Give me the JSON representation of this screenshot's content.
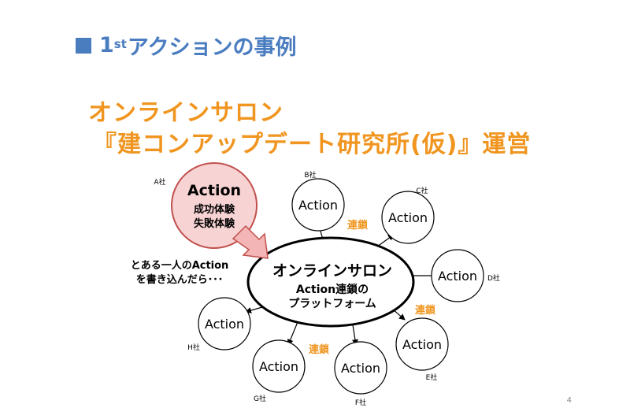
{
  "heading": {
    "bullet": "■",
    "num": "1",
    "sup": "st",
    "rest": "アクションの事例"
  },
  "title_line1": "オンラインサロン",
  "title_line2": "『建コンアップデート研究所(仮)』運営",
  "source": {
    "company": "A社",
    "action": "Action",
    "line1": "成功体験",
    "line2": "失敗体験"
  },
  "prompt": {
    "line1": "とある一人のAction",
    "line2": "を書き込んだら･･･"
  },
  "center": {
    "title": "オンラインサロン",
    "line1": "Action連鎖の",
    "line2": "プラットフォーム"
  },
  "node_label": "Action",
  "nodes": [
    {
      "company": "B社"
    },
    {
      "company": "C社"
    },
    {
      "company": "D社"
    },
    {
      "company": "E社"
    },
    {
      "company": "F社"
    },
    {
      "company": "G社"
    },
    {
      "company": "H社"
    }
  ],
  "chain_label": "連鎖",
  "page_number": "4",
  "colors": {
    "heading": "#4a7cc0",
    "title": "#f0951f",
    "chain": "#f0951f",
    "source_fill": "#f7d3d3",
    "source_stroke": "#c0504d",
    "arrow_fill": "#f3b5b5"
  }
}
